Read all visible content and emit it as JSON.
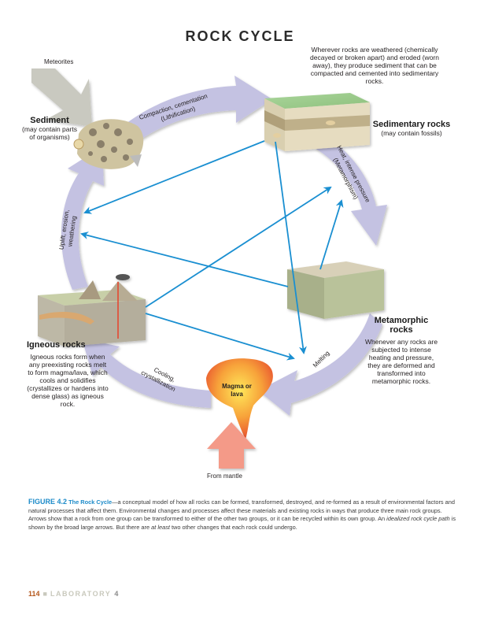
{
  "title": "ROCK CYCLE",
  "weathering_note": "Wherever rocks are weathered (chemically decayed or broken apart) and eroded (worn away), they produce sediment that can be compacted and cemented into sedimentary rocks.",
  "labels": {
    "meteorites": "Meteorites",
    "sediment": "Sediment",
    "sediment_sub": "(may contain parts of organisms)",
    "sedimentary": "Sedimentary rocks",
    "sedimentary_sub": "(may contain fossils)",
    "metamorphic": "Metamorphic rocks",
    "metamorphic_desc": "Whenever any rocks are subjected to intense heating and pressure, they are deformed and transformed into metamorphic rocks.",
    "igneous": "Igneous rocks",
    "igneous_desc": "Igneous rocks form when any preexisting rocks melt to form magma/lava, which cools and solidifies (crystallizes or hardens into dense glass) as igneous rock.",
    "magma": "Magma or lava",
    "from_mantle": "From mantle"
  },
  "process_arrows": {
    "compaction": "Compaction, cementation",
    "compaction_sub": "(Lithification)",
    "heat": "Heat, intense pressure",
    "heat_sub": "(Metamorphism)",
    "melting": "Melting",
    "cooling": "Cooling,",
    "cooling_sub": "crystallization",
    "uplift": "Uplift, erosion,",
    "uplift_sub": "weathering"
  },
  "colors": {
    "cycle_arrow": "#c4c2e2",
    "transition_arrow": "#1a8fd1",
    "meteorite_arrow": "#c9c9c0",
    "mantle_arrow": "#f49a88",
    "caption_accent": "#1d8bc9",
    "page_number": "#b5581d"
  },
  "caption": {
    "figure": "FIGURE 4.2",
    "figure_title": "The Rock Cycle",
    "text_1": "—a conceptual model of how all rocks can be formed, transformed, destroyed, and re-formed as a result of environmental factors and natural processes that affect them. Environmental changes and processes affect these materials and existing rocks in ways that produce three main rock groups. Arrows show that a rock from one group can be transformed to either of the other two groups, or it can be recycled within its own group. An ",
    "emph_1": "idealized rock cycle path",
    "text_2": " is shown by the broad large arrows. But there are ",
    "emph_2": "at least",
    "text_3": " two other changes that each rock could undergo."
  },
  "footer": {
    "page": "114",
    "section": "LABORATORY",
    "number": "4"
  }
}
